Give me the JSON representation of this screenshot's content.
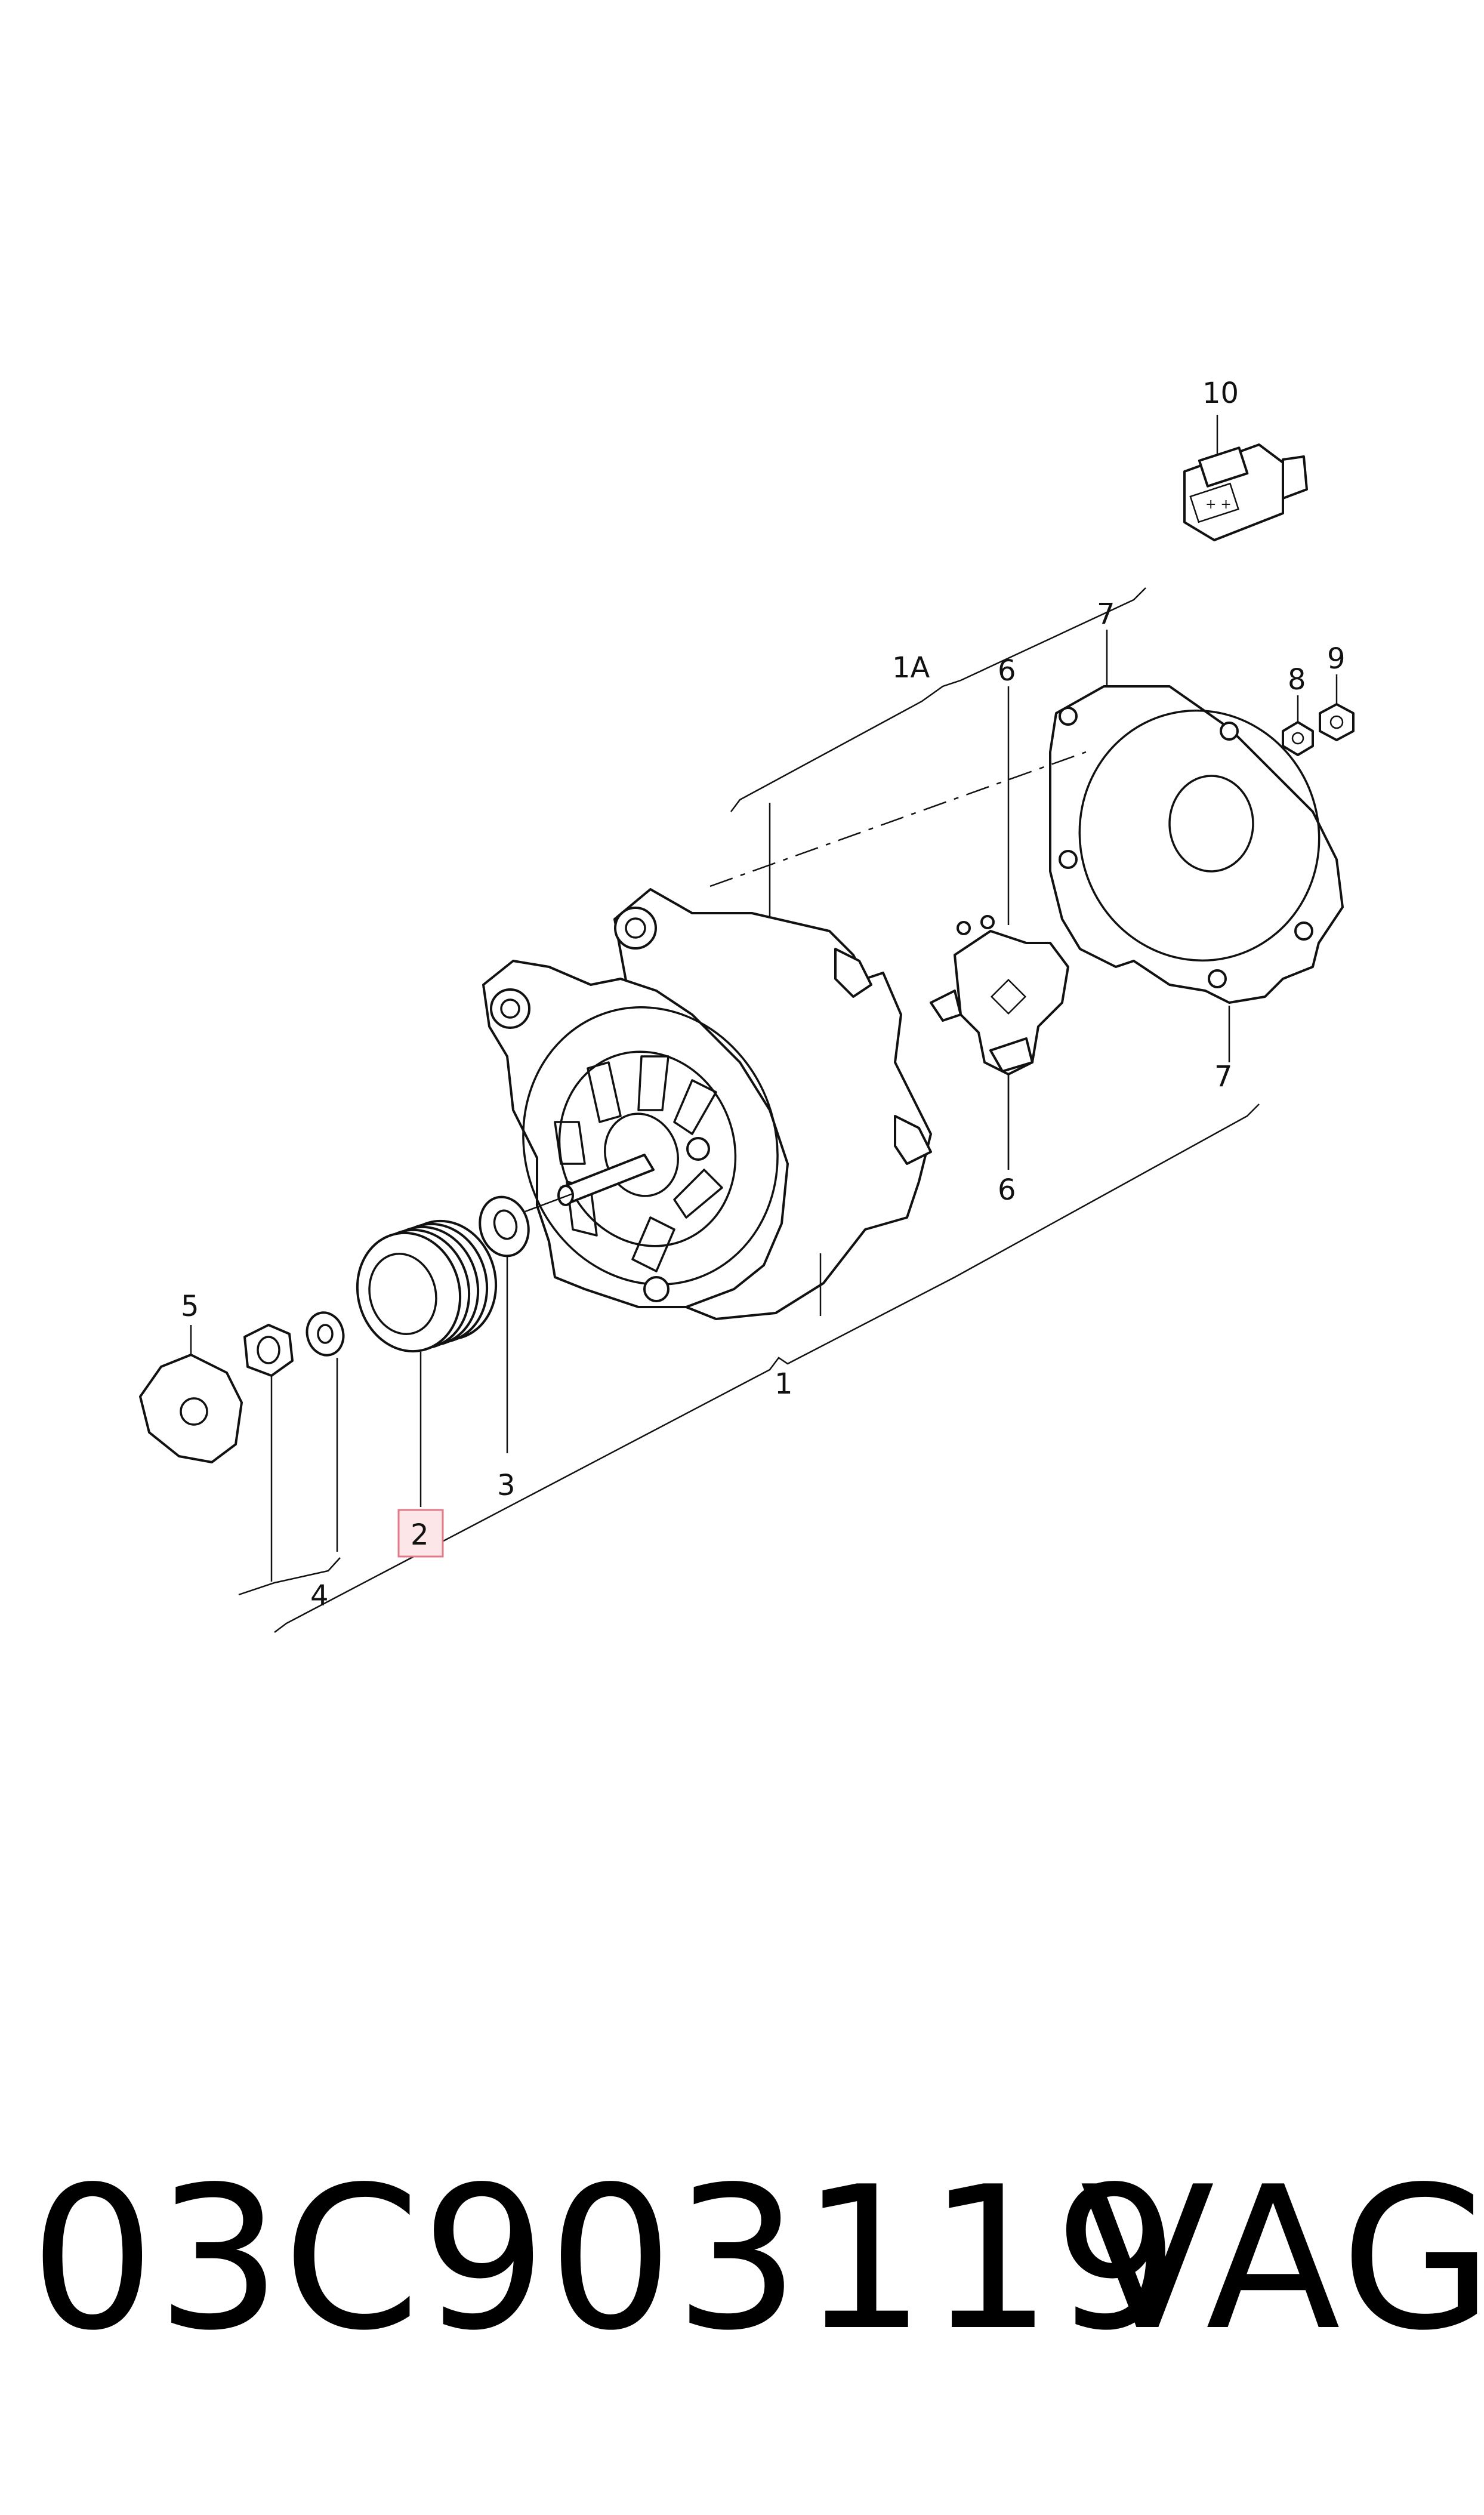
{
  "callouts": {
    "c1": "1",
    "c1a": "1A",
    "c2": "2",
    "c3": "3",
    "c4": "4",
    "c5": "5",
    "c6_top": "6",
    "c6_bottom": "6",
    "c7_top": "7",
    "c7_bottom": "7",
    "c8": "8",
    "c9": "9",
    "c10": "10"
  },
  "highlighted_callout": "2",
  "footer": {
    "part_number": "03C903119",
    "brand": "VAG"
  },
  "colors": {
    "highlight_fill": "#fde6e8",
    "highlight_border": "#e07a88",
    "line": "#111111"
  }
}
